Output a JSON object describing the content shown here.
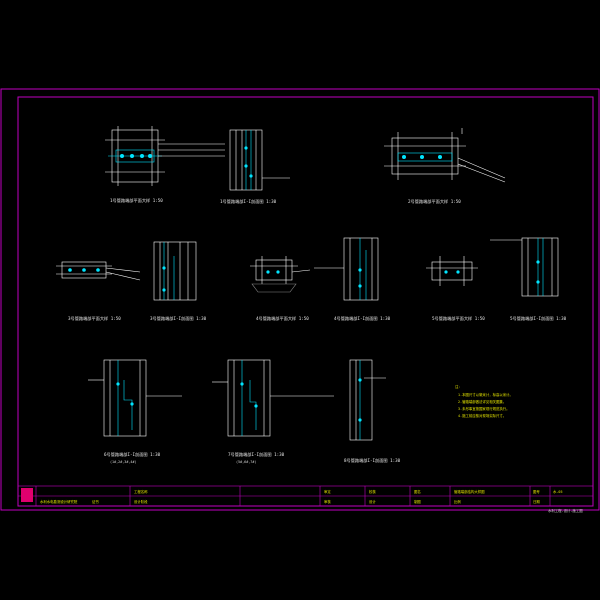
{
  "colors": {
    "background": "#000000",
    "frame": "#c000c0",
    "linework": "#ffffff",
    "pipes": "#00e5ff",
    "text_yellow": "#e6e600",
    "logo": "#e0006e"
  },
  "drawing": {
    "views": [
      {
        "id": "v1",
        "title": "1号管路端部平面大样 1:50"
      },
      {
        "id": "v2",
        "title": "1号管路端部I-I剖面图 1:30"
      },
      {
        "id": "v3",
        "title": "2号管路端部平面大样 1:50"
      },
      {
        "id": "v4",
        "title": "3号管路端部平面大样 1:50"
      },
      {
        "id": "v5",
        "title": "3号管路端部I-I剖面图 1:30"
      },
      {
        "id": "v6",
        "title": "4号管路端部平面大样 1:50"
      },
      {
        "id": "v7",
        "title": "4号管路端部I-I剖面图 1:30"
      },
      {
        "id": "v8",
        "title": "5号管路端部平面大样 1:50"
      },
      {
        "id": "v9",
        "title": "5号管路端部I-I剖面图 1:30"
      },
      {
        "id": "v10",
        "title": "6号管路端部I-I剖面图 1:30",
        "subtitle": "(1#,2#,3#,4#)"
      },
      {
        "id": "v11",
        "title": "7号管路端部I-I剖面图 1:30",
        "subtitle": "(5#,6#,7#)"
      },
      {
        "id": "v12",
        "title": "8号管路端部I-I剖面图 1:30"
      }
    ],
    "notes_header": "注：",
    "notes": [
      "1.本图尺寸以毫米计，标高以米计。",
      "2.管路端部做法详见相关图集。",
      "3.未尽事宜按国家现行规范执行。",
      "4.施工前应核对现场实际尺寸。"
    ]
  },
  "title_block": {
    "company": "水利水电勘测设计研究院",
    "cert": "证书",
    "project_label": "工程名称",
    "stage_label": "设计阶段",
    "approved": "审定",
    "reviewed": "审核",
    "checked": "校核",
    "designed": "设计",
    "drawn": "制图",
    "drawing_name_label": "图名",
    "drawing_name": "管路端部结构大样图",
    "scale_label": "比例",
    "date_label": "日期",
    "sheet_no_label": "图号",
    "sheet_no": "水-05",
    "footer": "水利工程-设计-施工图"
  }
}
